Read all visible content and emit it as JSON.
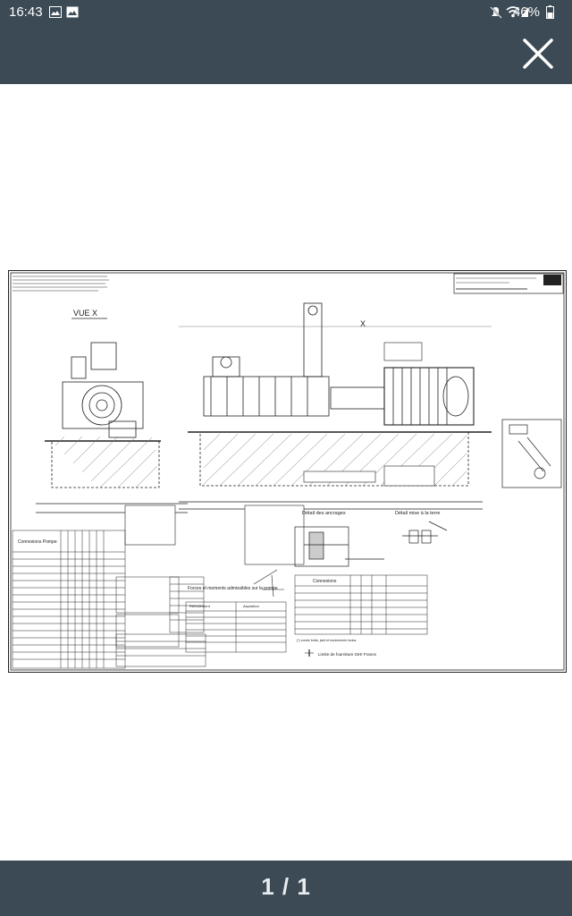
{
  "status_bar": {
    "time": "16:43",
    "battery": "46%",
    "icons": [
      "image-icon",
      "gallery-icon",
      "mute-icon",
      "wifi-icon",
      "signal-icon",
      "battery-icon"
    ]
  },
  "header": {
    "close_icon": "close-icon"
  },
  "document": {
    "view_label": "VUE X",
    "marker_x": "X",
    "detail_anchoring": "Détail des ancrages",
    "detail_earth": "Détail mise à la terre",
    "connections_pump_title": "Connexions Pompe",
    "connections_title": "Connexions",
    "forces_title": "Forces et moments admissibles sur la pompe",
    "supply_limit": "Limite de fourniture SIHI France",
    "refoulement": "Refoulement",
    "aspiration": "Aspiration",
    "contre_bride_note": "(*) contre bride, joint et boulonnerie inclus"
  },
  "footer": {
    "page_indicator": "1 / 1"
  },
  "colors": {
    "bar": "#3b4a54",
    "page_bg": "#ffffff",
    "ink": "#222222"
  }
}
